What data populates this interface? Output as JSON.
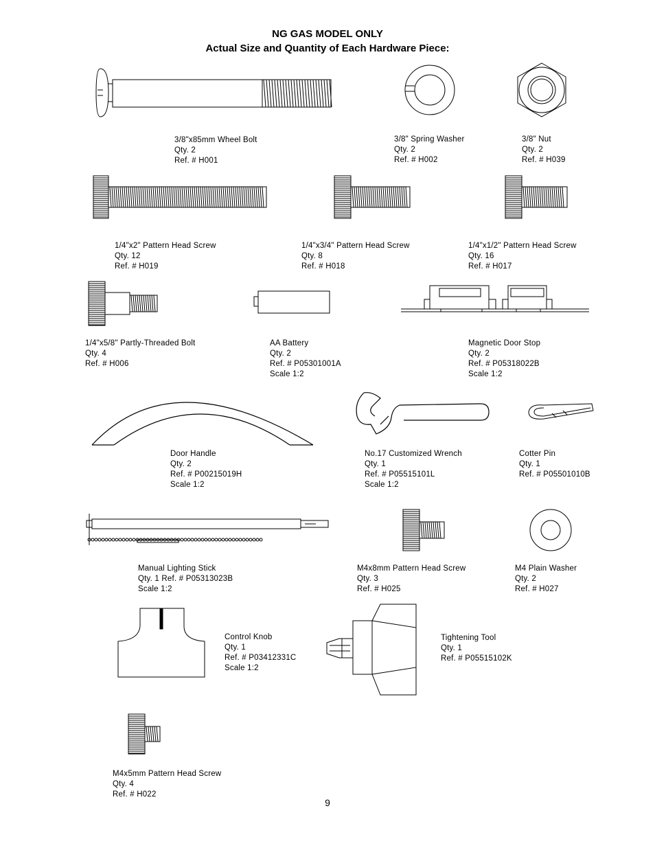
{
  "header": {
    "title": "NG GAS MODEL ONLY",
    "subtitle": "Actual Size and Quantity of Each Hardware Piece:"
  },
  "parts": [
    {
      "name": "3/8\"x85mm  Wheel  Bolt",
      "qty": "Qty.  2",
      "ref": "Ref.  #  H001"
    },
    {
      "name": "3/8\"  Spring  Washer",
      "qty": "Qty.  2",
      "ref": "Ref.  #  H002"
    },
    {
      "name": "3/8\"  Nut",
      "qty": "Qty.  2",
      "ref": "Ref.  #  H039"
    },
    {
      "name": "1/4\"x2\"  Pattern  Head  Screw",
      "qty": "Qty.  12",
      "ref": "Ref.  #  H019"
    },
    {
      "name": "1/4\"x3/4\"  Pattern  Head  Screw",
      "qty": "Qty.  8",
      "ref": "Ref.  #  H018"
    },
    {
      "name": "1/4\"x1/2\"  Pattern  Head  Screw",
      "qty": "Qty.  16",
      "ref": "Ref.  #  H017"
    },
    {
      "name": "1/4\"x5/8\"  Partly-Threaded  Bolt",
      "qty": "Qty.  4",
      "ref": "Ref.  #  H006"
    },
    {
      "name": "AA  Battery",
      "qty": "Qty.  2",
      "ref": "Ref.  #  P05301001A",
      "scale": "Scale  1:2"
    },
    {
      "name": "Magnetic  Door  Stop",
      "qty": "Qty.  2",
      "ref": "Ref.  #  P05318022B",
      "scale": "Scale  1:2"
    },
    {
      "name": "Door  Handle",
      "qty": "Qty.  2",
      "ref": "Ref.  #  P00215019H",
      "scale": "Scale  1:2"
    },
    {
      "name": "No.17  Customized  Wrench",
      "qty": "Qty.  1",
      "ref": "Ref.  #  P05515101L",
      "scale": "Scale  1:2"
    },
    {
      "name": "Cotter  Pin",
      "qty": "Qty.  1",
      "ref": "Ref.  #  P05501010B"
    },
    {
      "name": "Manual  Lighting  Stick",
      "qty": "Qty.  1     Ref.  #  P05313023B",
      "scale": "Scale  1:2"
    },
    {
      "name": "M4x8mm  Pattern  Head  Screw",
      "qty": "Qty.  3",
      "ref": "Ref.  #  H025"
    },
    {
      "name": "M4  Plain  Washer",
      "qty": "Qty.  2",
      "ref": "Ref.  #  H027"
    },
    {
      "name": "Control  Knob",
      "qty": "Qty.  1",
      "ref": "Ref.  #  P03412331C",
      "scale": "Scale  1:2"
    },
    {
      "name": "Tightening  Tool",
      "qty": "Qty.  1",
      "ref": "Ref.  #  P05515102K"
    },
    {
      "name": "M4x5mm  Pattern  Head  Screw",
      "qty": "Qty.  4",
      "ref": "Ref.  #  H022"
    }
  ],
  "page_number": "9"
}
